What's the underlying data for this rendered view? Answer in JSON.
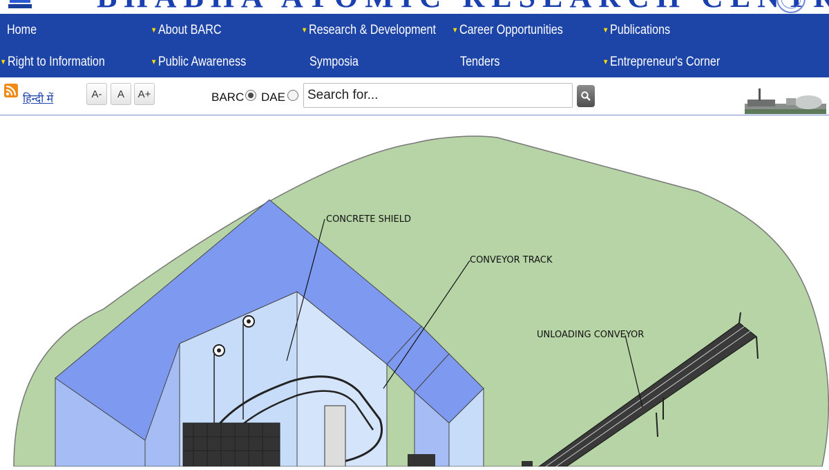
{
  "header": {
    "title": "BHABHA ATOMIC RESEARCH CENTRE"
  },
  "nav": {
    "row1": [
      {
        "label": "Home",
        "arrow": false
      },
      {
        "label": "About BARC",
        "arrow": true
      },
      {
        "label": "Research & Development",
        "arrow": true
      },
      {
        "label": "Career Opportunities",
        "arrow": true
      },
      {
        "label": "Publications",
        "arrow": true
      }
    ],
    "row2": [
      {
        "label": "Right to Information",
        "arrow": true
      },
      {
        "label": "Public Awareness",
        "arrow": true
      },
      {
        "label": "Symposia",
        "arrow": false
      },
      {
        "label": "Tenders",
        "arrow": false
      },
      {
        "label": "Entrepreneur's Corner",
        "arrow": true
      }
    ]
  },
  "toolbar": {
    "hindi_link": "हिन्दी में",
    "font_smaller": "A-",
    "font_normal": "A",
    "font_larger": "A+",
    "radio_barc": "BARC",
    "radio_dae": "DAE",
    "selected_scope": "BARC",
    "search_placeholder": "Search for..."
  },
  "diagram": {
    "labels": {
      "concrete_shield": "CONCRETE SHIELD",
      "conveyor_track": "CONVEYOR TRACK",
      "unloading_conveyor": "UNLOADING CONVEYOR"
    }
  },
  "colors": {
    "nav_bg": "#1d44a7",
    "nav_arrow": "#ffe000",
    "ground": "#b7d4a6",
    "shield_top": "#7e9af0",
    "shield_side": "#a5bdf4",
    "inner_wall": "#c6dcf8"
  },
  "icons": [
    "rss-icon",
    "search-icon",
    "barc-logo",
    "building-image",
    "emblem-logo"
  ]
}
